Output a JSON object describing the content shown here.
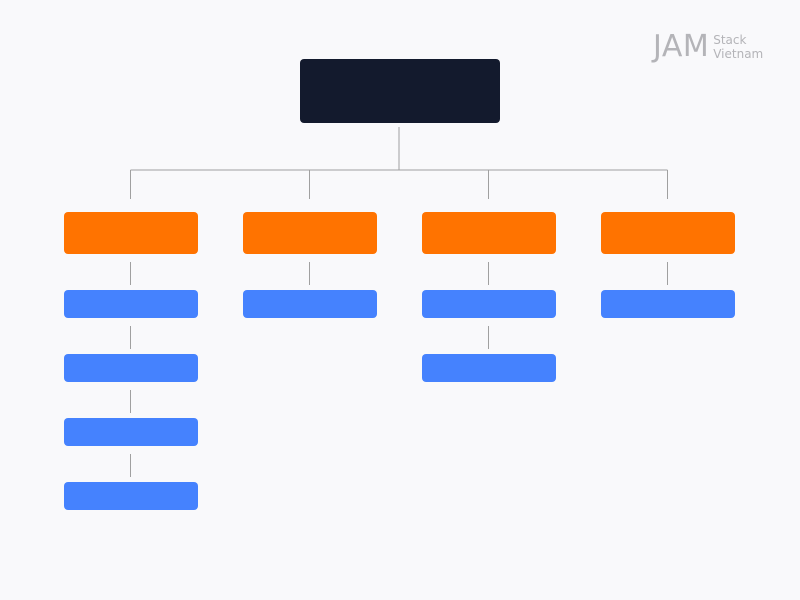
{
  "logo": {
    "main": "JAM",
    "line1": "Stack",
    "line2": "Vietnam"
  },
  "colors": {
    "background": "#f9f9fb",
    "root": "#131a2d",
    "branch": "#ff7300",
    "leaf": "#4582fe",
    "connector": "#a0a0a0",
    "logo": "#b4b4b8"
  },
  "tree": {
    "root": {
      "label": ""
    },
    "branches": [
      {
        "label": "",
        "children": [
          {
            "label": ""
          },
          {
            "label": ""
          },
          {
            "label": ""
          },
          {
            "label": ""
          }
        ]
      },
      {
        "label": "",
        "children": [
          {
            "label": ""
          }
        ]
      },
      {
        "label": "",
        "children": [
          {
            "label": ""
          },
          {
            "label": ""
          }
        ]
      },
      {
        "label": "",
        "children": [
          {
            "label": ""
          }
        ]
      }
    ]
  }
}
